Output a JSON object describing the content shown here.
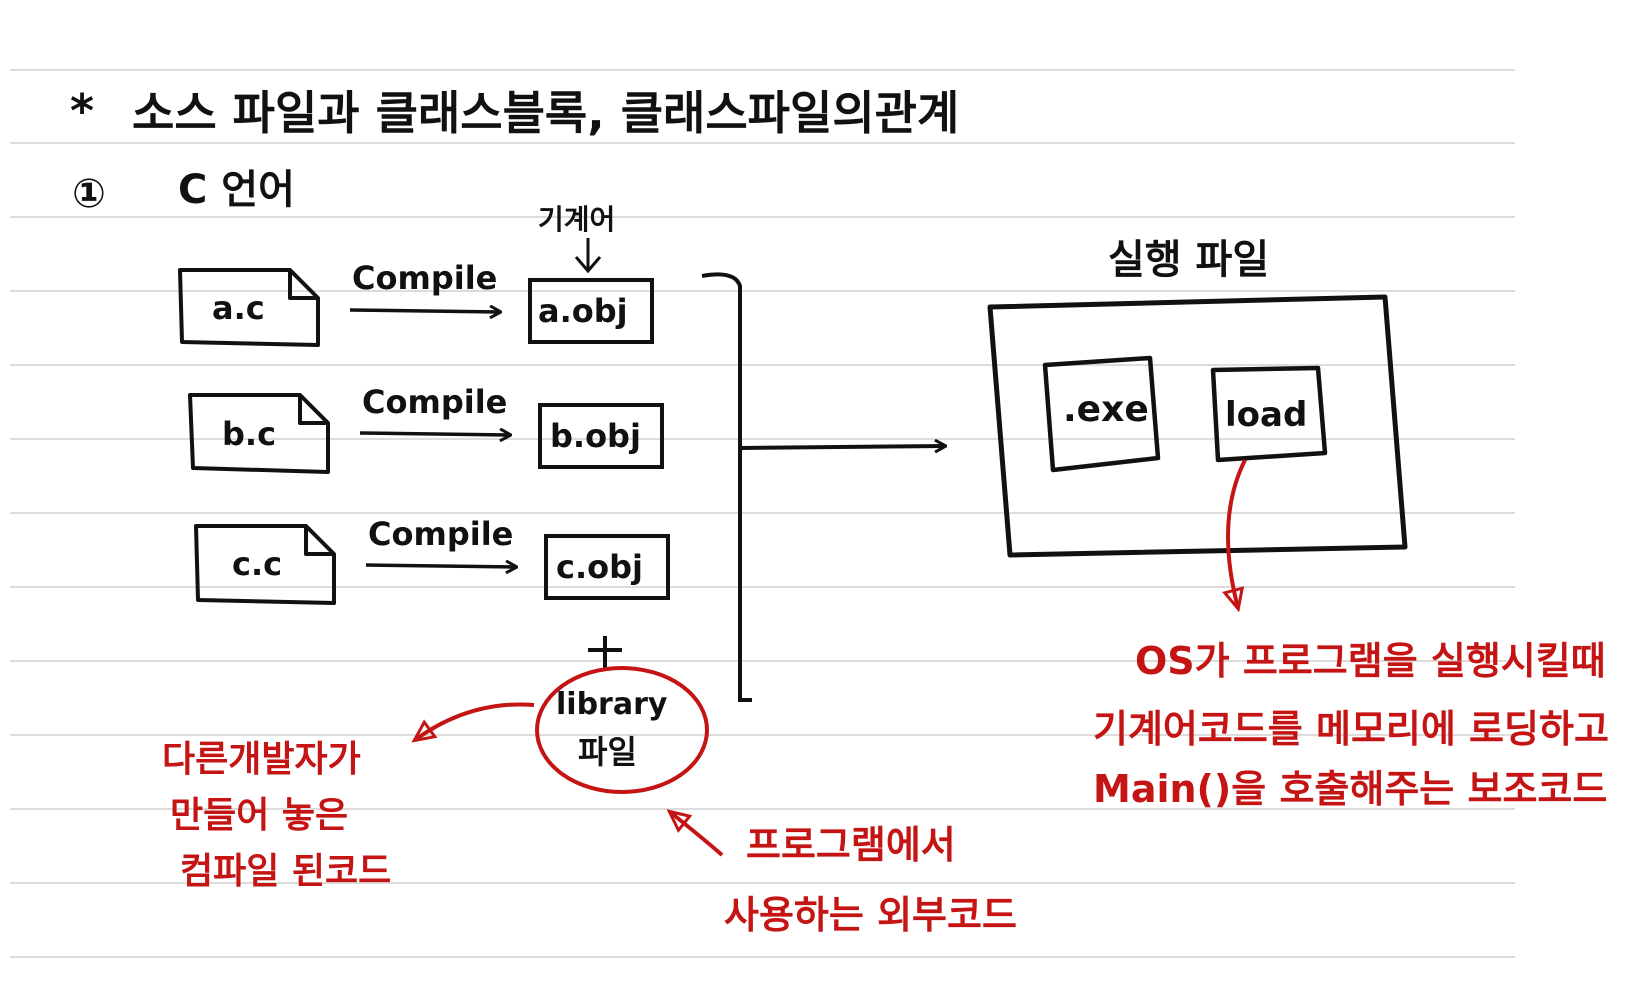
{
  "heading": {
    "marker": "*",
    "title": "소스 파일과 클래스블록, 클래스파일의관계"
  },
  "section": {
    "number": "①",
    "label": "C 언어"
  },
  "machine_code_label": "기계어",
  "sources": [
    {
      "file": "a.c",
      "arrow": "Compile",
      "obj": "a.obj"
    },
    {
      "file": "b.c",
      "arrow": "Compile",
      "obj": "b.obj"
    },
    {
      "file": "c.c",
      "arrow": "Compile",
      "obj": "c.obj"
    }
  ],
  "plus": "+",
  "library": {
    "line1": "library",
    "line2": "파일"
  },
  "executable": {
    "title": "실행 파일",
    "exe": ".exe",
    "load": "load"
  },
  "notes": {
    "library_left": [
      "다른개발자가",
      "만들어 놓은",
      "컴파일 된코드"
    ],
    "library_bottom": [
      "프로그램에서",
      "사용하는 외부코드"
    ],
    "load": [
      "OS가 프로그램을 실행시킬때",
      "기계어코드를 메모리에 로딩하고",
      "Main()을 호출해주는 보조코드"
    ]
  },
  "colors": {
    "ink": "#111111",
    "annotation": "#c41414",
    "rule": "#dcdcdc"
  }
}
